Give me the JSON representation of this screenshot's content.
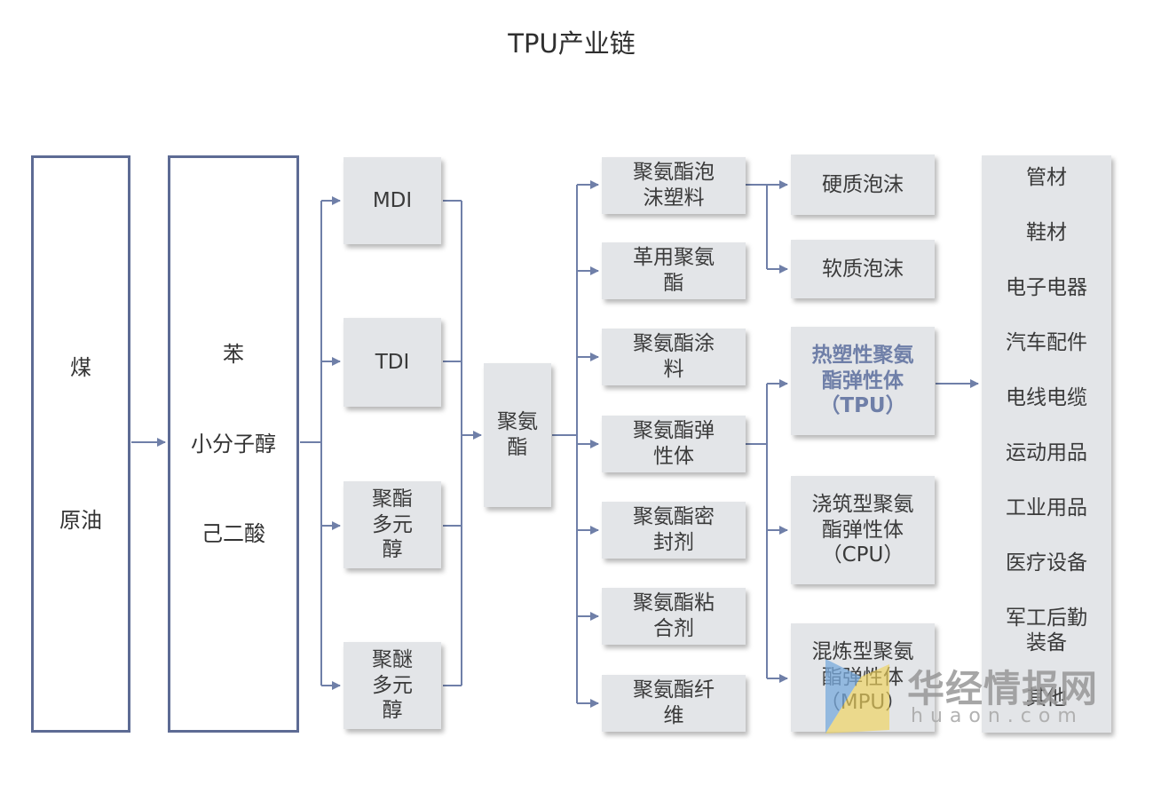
{
  "title": "TPU产业链",
  "col1": [
    "煤",
    "原油"
  ],
  "col2": [
    "苯",
    "小分子醇",
    "己二酸"
  ],
  "col3": [
    "MDI",
    "TDI",
    "聚酯多元醇",
    "聚醚多元醇"
  ],
  "center": "聚氨酯",
  "col5": [
    "聚氨酯泡沫塑料",
    "革用聚氨酯",
    "聚氨酯涂料",
    "聚氨酯弹性体",
    "聚氨酯密封剂",
    "聚氨酯粘合剂",
    "聚氨酯纤维"
  ],
  "foam_types": [
    "硬质泡沫",
    "软质泡沫"
  ],
  "elastomer_types": [
    "热塑性聚氨酯弹性体（TPU）",
    "浇筑型聚氨酯弹性体（CPU）",
    "混炼型聚氨酯弹性体（MPU）"
  ],
  "applications": [
    "管材",
    "鞋材",
    "电子电器",
    "汽车配件",
    "电线电缆",
    "运动用品",
    "工业用品",
    "医疗设备",
    "军工后勤装备",
    "其他"
  ],
  "watermark": {
    "brand": "华经情报网",
    "url": "huaon.com"
  },
  "colors": {
    "line": "#6f7fa8",
    "outline": "#5d6b94",
    "box": "#e3e5e8",
    "tpu_text": "#6f7fa8"
  }
}
